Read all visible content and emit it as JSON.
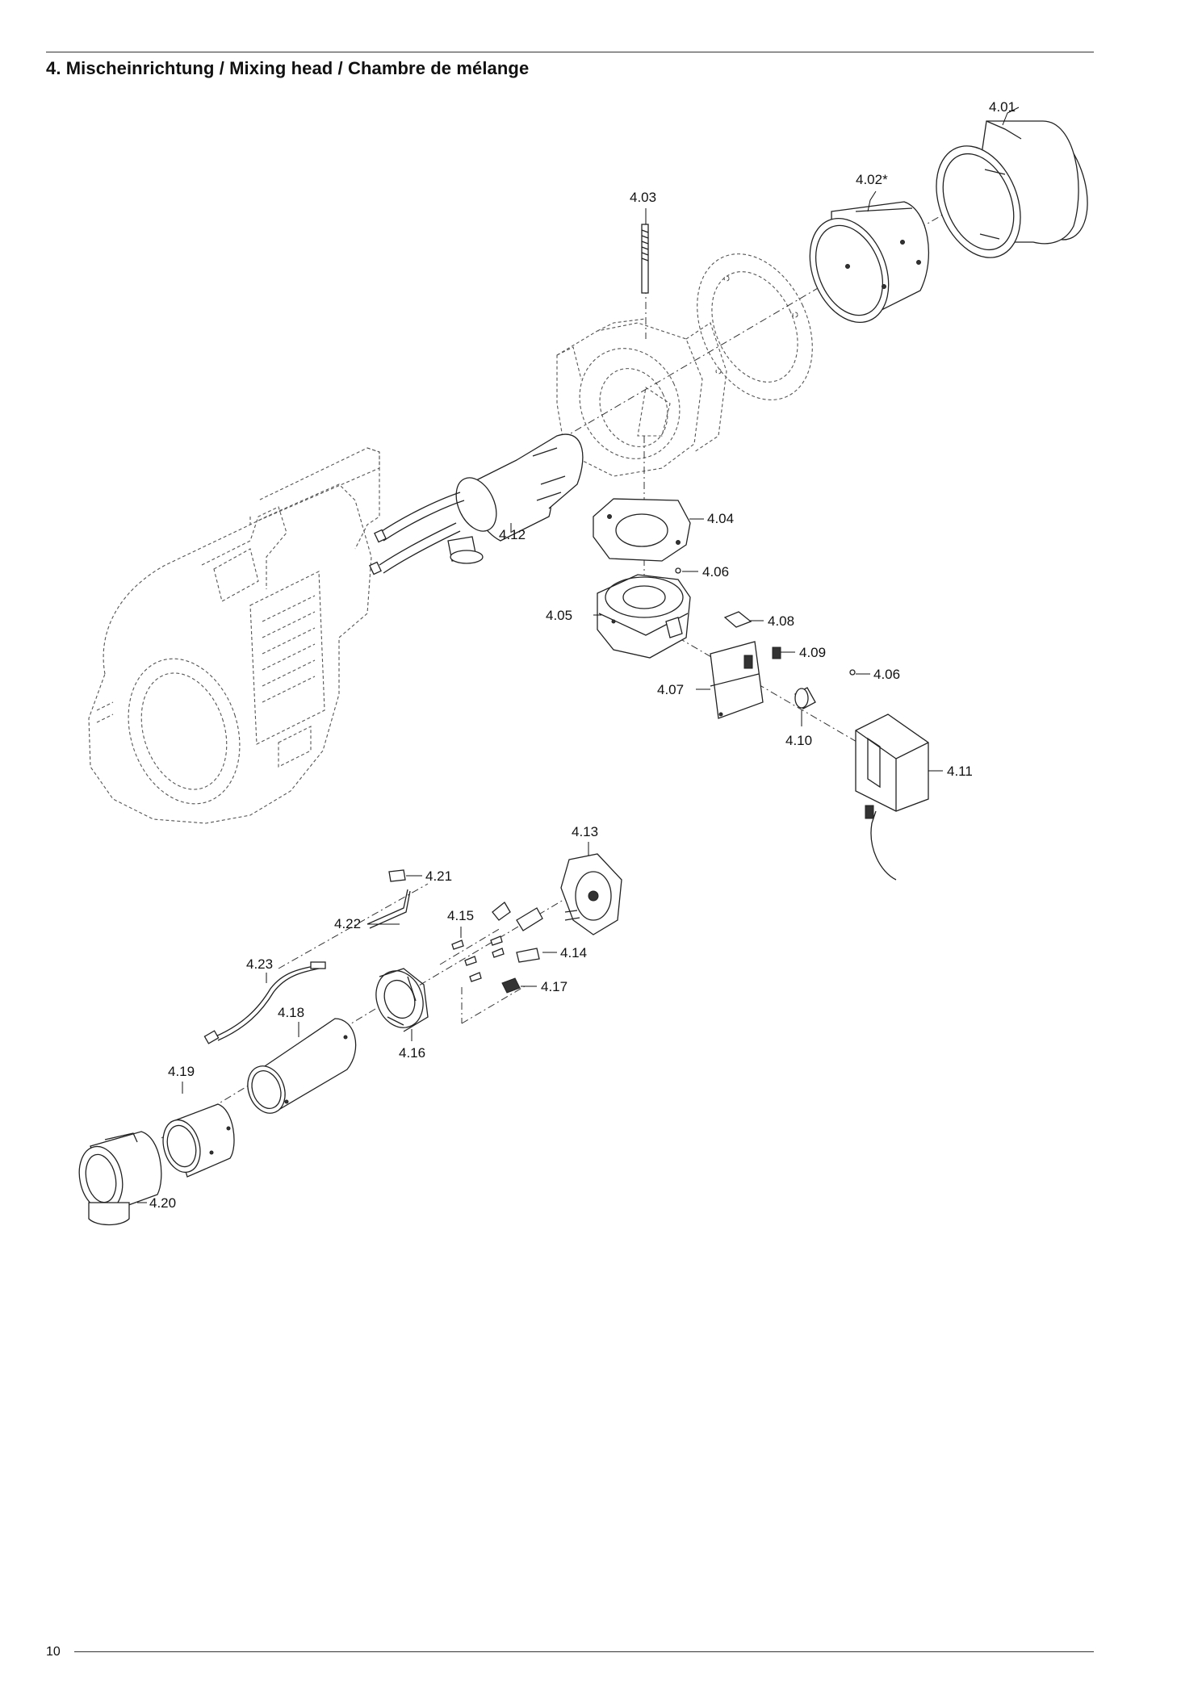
{
  "header": {
    "title": "4. Mischeinrichtung / Mixing head / Chambre de mélange"
  },
  "footer": {
    "page_number": "10"
  },
  "parts": [
    {
      "id": "p401",
      "label": "4.01"
    },
    {
      "id": "p402",
      "label": "4.02*"
    },
    {
      "id": "p403",
      "label": "4.03"
    },
    {
      "id": "p404",
      "label": "4.04"
    },
    {
      "id": "p405",
      "label": "4.05"
    },
    {
      "id": "p406a",
      "label": "4.06"
    },
    {
      "id": "p406b",
      "label": "4.06"
    },
    {
      "id": "p407",
      "label": "4.07"
    },
    {
      "id": "p408",
      "label": "4.08"
    },
    {
      "id": "p409",
      "label": "4.09"
    },
    {
      "id": "p410",
      "label": "4.10"
    },
    {
      "id": "p411",
      "label": "4.11"
    },
    {
      "id": "p412",
      "label": "4.12"
    },
    {
      "id": "p413",
      "label": "4.13"
    },
    {
      "id": "p414",
      "label": "4.14"
    },
    {
      "id": "p415",
      "label": "4.15"
    },
    {
      "id": "p416",
      "label": "4.16"
    },
    {
      "id": "p417",
      "label": "4.17"
    },
    {
      "id": "p418",
      "label": "4.18"
    },
    {
      "id": "p419",
      "label": "4.19"
    },
    {
      "id": "p420",
      "label": "4.20"
    },
    {
      "id": "p421",
      "label": "4.21"
    },
    {
      "id": "p422",
      "label": "4.22"
    },
    {
      "id": "p423",
      "label": "4.23"
    }
  ]
}
